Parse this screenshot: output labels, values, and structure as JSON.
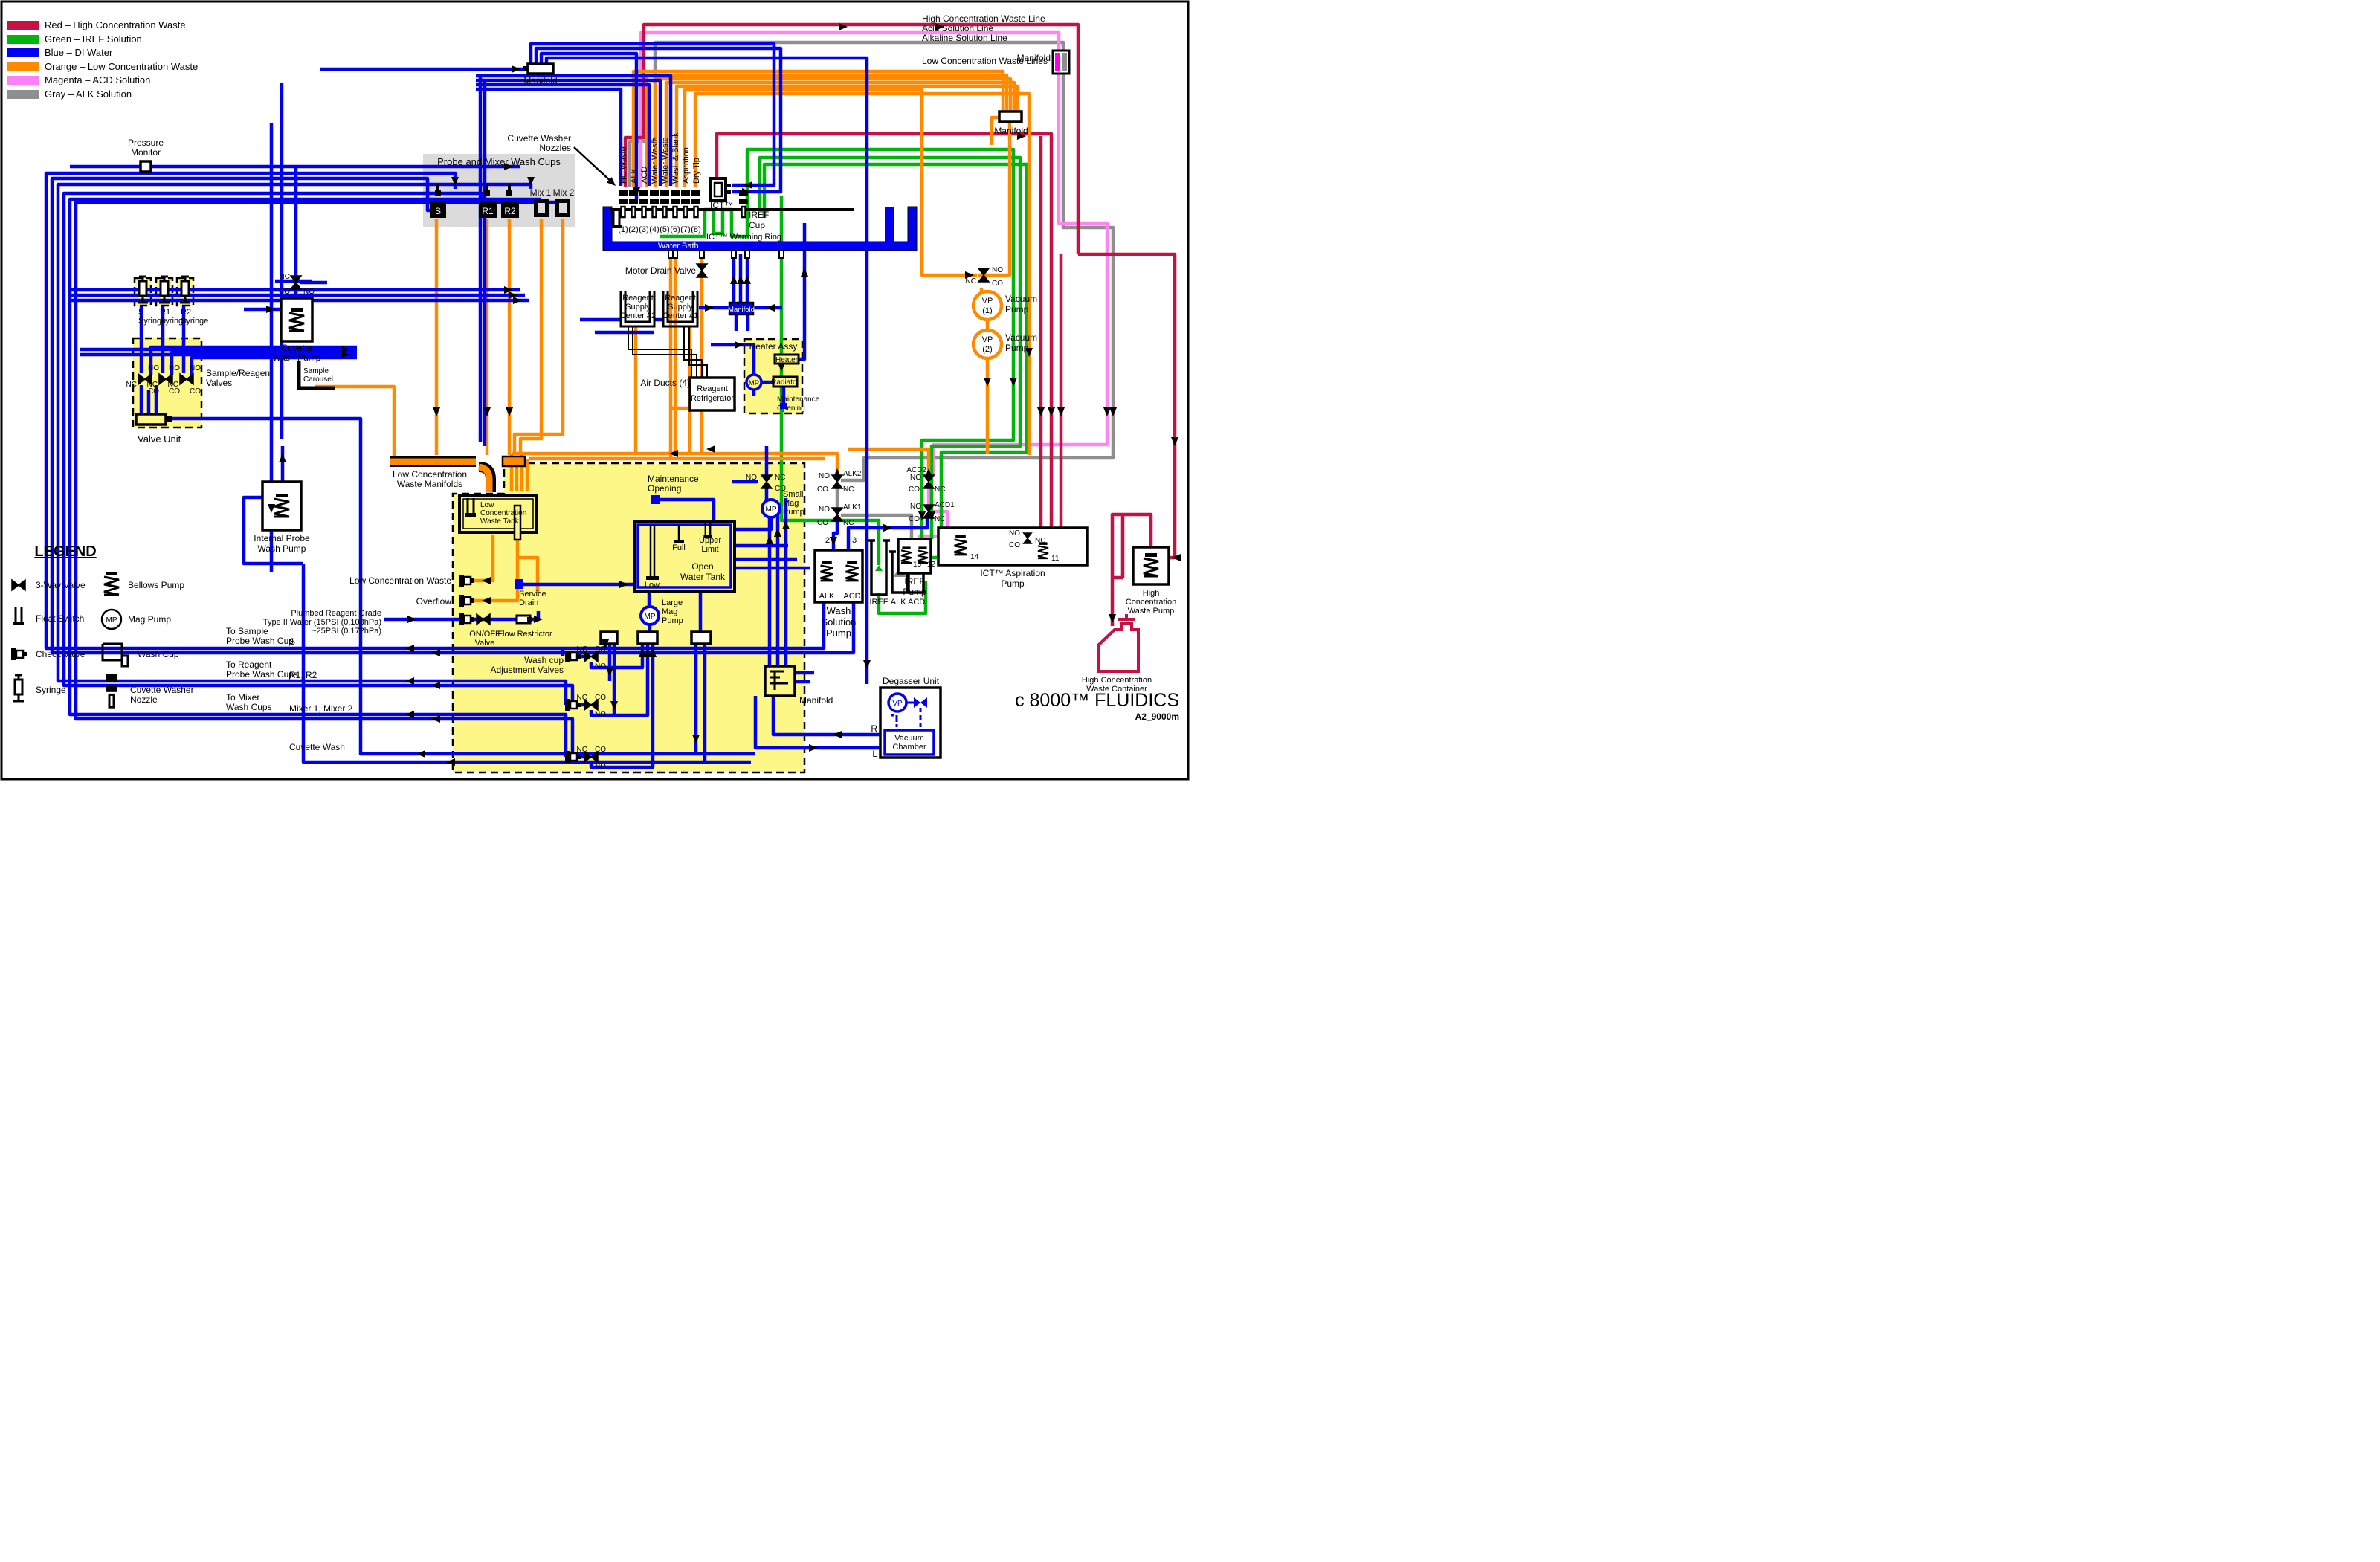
{
  "title": {
    "main": "c 8000™ FLUIDICS",
    "sub": "A2_9000m"
  },
  "colors": {
    "blue": "#0000EE",
    "red": "#C51144",
    "green": "#00B40C",
    "orange": "#FF8A00",
    "pink": "#FF85F0",
    "gray": "#8F8F8F",
    "magenta": "#FF00E8",
    "panel_yellow": "#FCF787",
    "panel_gray": "#DBDBDB"
  },
  "color_legend": [
    {
      "swatch": "#C51144",
      "label": "Red – High Concentration Waste"
    },
    {
      "swatch": "#00B40C",
      "label": "Green – IREF Solution"
    },
    {
      "swatch": "#0000EE",
      "label": "Blue – DI Water"
    },
    {
      "swatch": "#FF8A00",
      "label": "Orange – Low Concentration Waste"
    },
    {
      "swatch": "#FF80F6",
      "label": "Magenta – ACD Solution"
    },
    {
      "swatch": "#8F8F8F",
      "label": "Gray – ALK Solution"
    }
  ],
  "line_labels": {
    "hcw": "High Concentration Waste Line",
    "acid": "Acid Solution Line",
    "alkaline": "Alkaline Solution Line",
    "lcw": "Low Concentration Waste Lines"
  },
  "symbol_legend": {
    "title": "LEGEND",
    "three_way": "3-Way Valve",
    "float_switch": "Float Switch",
    "check_valve": "Check Valve",
    "syringe": "Syringe",
    "bellows": "Bellows Pump",
    "mag_pump": "Mag Pump",
    "wash_cup": "Wash Cup",
    "cuvette_nozzle": "Cuvette Washer\nNozzle"
  },
  "nozzles": {
    "labels": [
      "HC Waste",
      "ALK",
      "ACD",
      "Water Waste",
      "Water Waste",
      "Wash & Blank",
      "Aspiration",
      "Dry Tip"
    ],
    "numbers": [
      "(1)",
      "(2)",
      "(3)",
      "(4)",
      "(5)",
      "(6)",
      "(7)",
      "(8)"
    ]
  },
  "labels": {
    "pressure_monitor": "Pressure\nMonitor",
    "probe_mixer": "Probe and Mixer Wash Cups",
    "cuvette_washer_nozzles": "Cuvette Washer\nNozzles",
    "mix1": "Mix 1",
    "mix2": "Mix 2",
    "s": "S",
    "r1": "R1",
    "r2": "R2",
    "ict": "ICT™",
    "iref_cup": "IREF\nCup",
    "warming_ring": "ICT™ Warming Ring",
    "water_bath": "Water Bath",
    "motor_drain_valve": "Motor Drain Valve",
    "rsc2": "Reagent\nSupply\nCenter #2",
    "rsc1": "Reagent\nSupply\nCenter #1",
    "manifold": "Manifold",
    "heater_assy": "Heater Assy",
    "heater": "Heater",
    "radiator": "Radiator",
    "maintenance_opening": "Maintenance\nOpening",
    "air_ducts": "Air Ducts (4)",
    "reagent_refrigerator": "Reagent\nRefrigerator",
    "vp1": "VP\n(1)",
    "vp2": "VP\n(2)",
    "vacuum_pump": "Vacuum\nPump",
    "vp": "VP",
    "s_syringe": "S\nSyringe",
    "r1_syringe": "R1\nSyringe",
    "r2_syringe": "R2\nSyringe",
    "sample_reagent_valves": "Sample/Reagent\nValves",
    "valve_unit": "Valve Unit",
    "cuvette_wash_pump": "Cuvette\nWash Pump",
    "sample_carousel": "Sample\nCarousel",
    "internal_probe_wash_pump": "Internal Probe\nWash Pump",
    "lcw_manifolds": "Low Concentration\nWaste Manifolds",
    "lcw_tank": "Low\nConcentration\nWaste Tank",
    "small_mag_pump": "Small\nMag\nPump",
    "large_mag_pump": "Large\nMag\nPump",
    "mp": "MP",
    "full": "Full",
    "upper_limit": "Upper\nLimit",
    "low": "Low",
    "open_water_tank": "Open\nWater Tank",
    "service_drain": "Service\nDrain",
    "lcw": "Low Concentration Waste",
    "overflow": "Overflow",
    "plumbed": "Plumbed Reagent Grade\nType II Water (15PSI (0.103hPa)\n~25PSI (0.172hPa)",
    "onoff_valve": "ON/OFF\nValve",
    "flow_restrictor": "Flow Restrictor",
    "washcup_adj": "Wash cup\nAdjustment Valves",
    "to_sample": "To Sample\nProbe Wash Cup",
    "to_reagent": "To Reagent\nProbe Wash Cups",
    "to_mixer": "To Mixer\nWash Cups",
    "s_line": "S",
    "r1r2_line": "R1, R2",
    "mixer_line": "Mixer 1, Mixer 2",
    "cuvette_wash": "Cuvette Wash",
    "degasser": "Degasser Unit",
    "vacuum_chamber": "Vacuum\nChamber",
    "r": "R",
    "l": "L",
    "alk1": "ALK1",
    "alk2": "ALK2",
    "acd1": "ACD1",
    "acd2": "ACD2",
    "no": "NO",
    "nc": "NC",
    "co": "CO",
    "n2": "2",
    "n3": "3",
    "n11": "11",
    "n12": "12",
    "n13": "13",
    "n14": "14",
    "alk": "ALK",
    "acd": "ACD",
    "alk_acd": "ALK ACD",
    "iref": "IREF",
    "wash_solution_pump": "Wash\nSolution\nPump",
    "iref_pump": "IREF\nPump",
    "ict_aspiration_pump": "ICT™ Aspiration\nPump",
    "hcw_pump": "High\nConcentration\nWaste Pump",
    "hcw_container": "High Concentration\nWaste Container"
  }
}
